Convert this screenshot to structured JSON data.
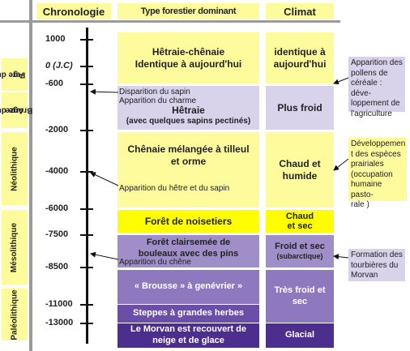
{
  "headers": {
    "chronology": "Chronologie",
    "forest_type": "Type forestier dominant",
    "climate": "Climat"
  },
  "periods": [
    {
      "label_1": "Age du",
      "label_2": "Fer"
    },
    {
      "label_1": "Age du",
      "label_2": "Bronze"
    },
    {
      "label_1": "Néolithique",
      "label_2": ""
    },
    {
      "label_1": "Mésolithique",
      "label_2": ""
    },
    {
      "label_1": "Paléolithique",
      "label_2": ""
    }
  ],
  "dates": [
    "1000",
    "0 (J.C)",
    "-600",
    "-2000",
    "-4000",
    "-6000",
    "-7500",
    "-8500",
    "-11000",
    "-13000"
  ],
  "forest": [
    {
      "line1": "Hêtraie-chênaie",
      "line2": "Identique à aujourd'hui"
    },
    {
      "line1": "Hêtraie",
      "line2": "(avec quelques sapins pectinés)"
    },
    {
      "line1": "Chênaie mélangée à tilleul",
      "line2": "et orme"
    },
    {
      "line1": "Forêt de noisetiers",
      "line2": ""
    },
    {
      "line1": "Forêt clairsemée de",
      "line2": "bouleaux avec des pins"
    },
    {
      "line1": "« Brousse » à genévrier »",
      "line2": ""
    },
    {
      "line1": "Steppes à grandes herbes",
      "line2": ""
    },
    {
      "line1": "Le Morvan est recouvert de",
      "line2": "neige et de glace"
    }
  ],
  "climate": [
    {
      "line1": "identique à",
      "line2": "aujourd'hui"
    },
    {
      "line1": "Plus froid",
      "line2": ""
    },
    {
      "line1": "Chaud et",
      "line2": "humide"
    },
    {
      "line1": "Chaud",
      "line2": "et sec"
    },
    {
      "line1": "Froid et sec",
      "line2": "(subarctique)"
    },
    {
      "line1": "Très froid et",
      "line2": "sec"
    },
    {
      "line1": "Glacial",
      "line2": ""
    }
  ],
  "events": {
    "sapin_disappear": "Disparition du sapin",
    "charme_appear": "Apparition du charme",
    "hetre_sapin": "Apparition du hêtre et du sapin",
    "chene": "Apparition du chêne"
  },
  "callouts": {
    "cereal": [
      "Apparition des",
      "pollens de",
      "céréale : déve-",
      "loppement de",
      "l'agriculture"
    ],
    "prairie": [
      "Développemen",
      "t des espèces",
      "prairiales",
      "(occupation",
      "humaine pasto-",
      "rale )"
    ],
    "tourbieres": [
      "Formation des",
      "tourbières du",
      "Morvan"
    ]
  }
}
